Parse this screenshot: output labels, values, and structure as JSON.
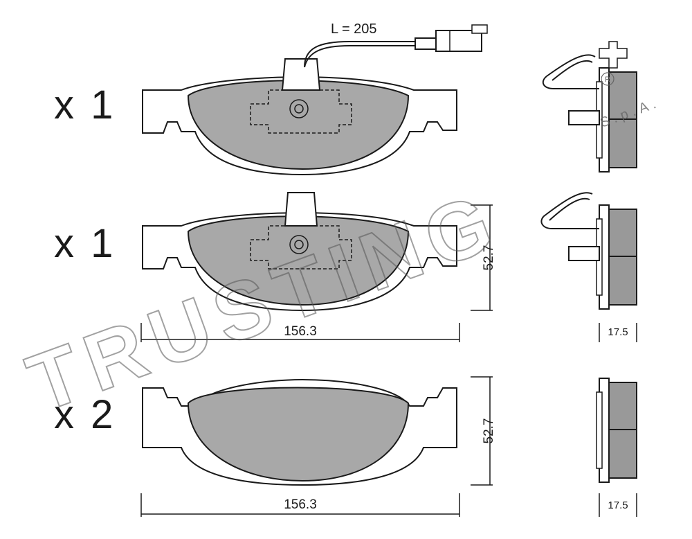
{
  "watermark": {
    "brand": "TRUSTING",
    "suffix": "S.p.A.",
    "registered": "R"
  },
  "rows": [
    {
      "quantity": "x 1",
      "wire_length": "L = 205",
      "height": "",
      "width": "",
      "thickness": ""
    },
    {
      "quantity": "x 1",
      "height": "52.7",
      "width": "156.3",
      "thickness": "17.5"
    },
    {
      "quantity": "x 2",
      "height": "52.7",
      "width": "156.3",
      "thickness": "17.5"
    }
  ],
  "colors": {
    "line": "#1a1a1a",
    "pad_fill": "#a8a8a8",
    "friction_fill": "#999999",
    "background": "#ffffff"
  }
}
